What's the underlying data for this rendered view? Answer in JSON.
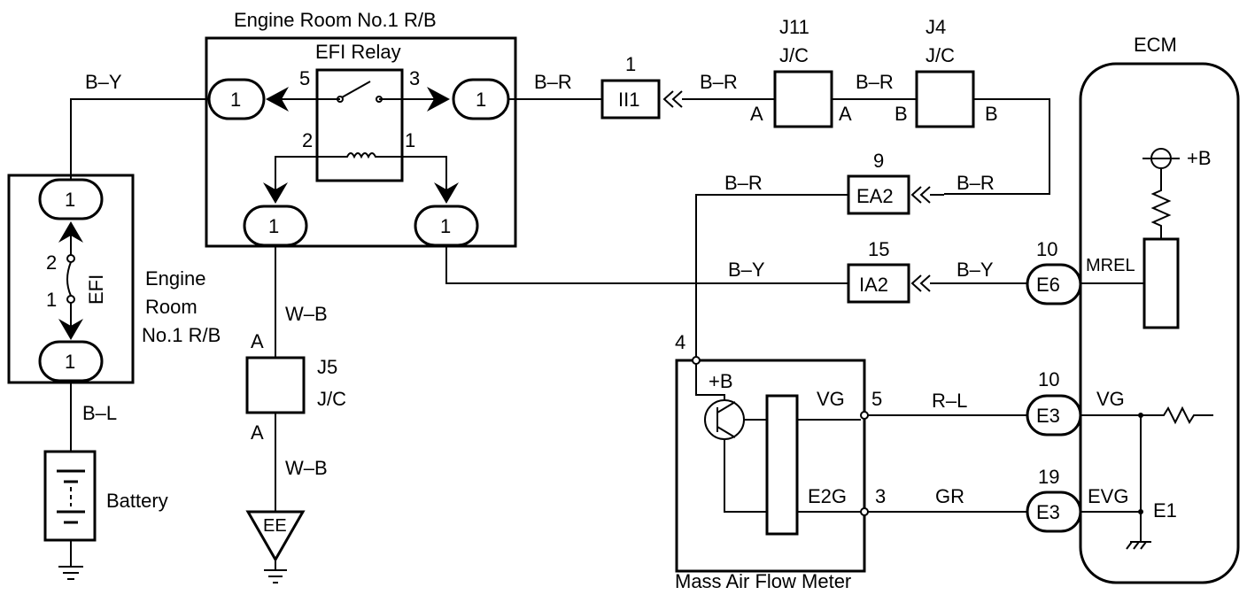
{
  "titles": {
    "engine_room_rb": "Engine Room No.1 R/B",
    "efi_relay": "EFI Relay",
    "ecm": "ECM",
    "maf": "Mass Air Flow Meter",
    "battery": "Battery",
    "engine_room_left_1": "Engine",
    "engine_room_left_2": "Room",
    "engine_room_left_3": "No.1 R/B",
    "efi_fuse": "EFI",
    "ground_ee": "EE"
  },
  "junctions": {
    "j11_id": "J11",
    "j11_type": "J/C",
    "j4_id": "J4",
    "j4_type": "J/C",
    "j5_id": "J5",
    "j5_type": "J/C"
  },
  "connectors": {
    "rb_one": "1",
    "ii1": "II1",
    "ii1_pin": "1",
    "ea2": "EA2",
    "ea2_pin": "9",
    "ia2": "IA2",
    "ia2_pin": "15",
    "e6": "E6",
    "e6_pin": "10",
    "e3_vg": "E3",
    "e3_vg_pin": "10",
    "e3_evg": "E3",
    "e3_evg_pin": "19",
    "jc_a": "A",
    "jc_b": "B"
  },
  "relay_pins": {
    "p5": "5",
    "p3": "3",
    "p2": "2",
    "p1": "1"
  },
  "fuse_pins": {
    "p2": "2",
    "p1": "1"
  },
  "maf_pins": {
    "p4": "4",
    "p5": "5",
    "p3": "3",
    "b_plus": "+B",
    "vg": "VG",
    "e2g": "E2G"
  },
  "ecm_pins": {
    "b_plus": "+B",
    "mrel": "MREL",
    "vg": "VG",
    "evg": "EVG",
    "e1": "E1"
  },
  "wires": {
    "by": "B–Y",
    "br": "B–R",
    "bl": "B–L",
    "wb": "W–B",
    "rl": "R–L",
    "gr": "GR"
  },
  "colors": {
    "line": "#000000",
    "background": "#ffffff"
  }
}
